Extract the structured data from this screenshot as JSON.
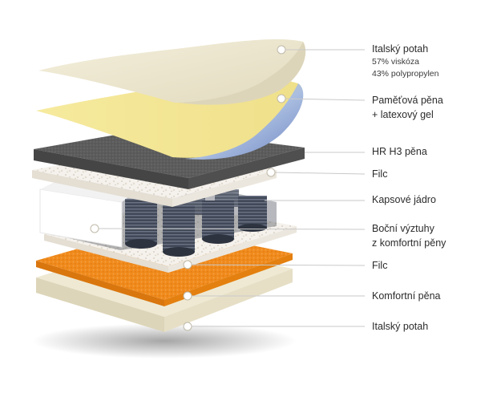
{
  "layers": [
    {
      "id": "top-cover",
      "name": "Italský potah",
      "details": [
        "57% viskóza",
        "43% polypropylen"
      ]
    },
    {
      "id": "memory-foam",
      "name": "Paměťová pěna",
      "name_line2": "+ latexový gel"
    },
    {
      "id": "hr-foam",
      "name": "HR H3 pěna"
    },
    {
      "id": "felt-top",
      "name": "Filc"
    },
    {
      "id": "pocket-core",
      "name": "Kapsové jádro"
    },
    {
      "id": "side-reinforcement",
      "name": "Boční výztuhy",
      "name_line2": "z komfortní pěny"
    },
    {
      "id": "felt-bottom",
      "name": "Filc"
    },
    {
      "id": "comfort-foam",
      "name": "Komfortní pěna"
    },
    {
      "id": "bottom-cover",
      "name": "Italský potah"
    }
  ],
  "colors": {
    "cover": "#ece6cf",
    "memory_foam": "#f3e79a",
    "gel": "#8fa6d6",
    "hr_foam": "#5e5e5e",
    "felt": "#f3efea",
    "springs": "#3f4654",
    "comfort_foam": "#f08a1c",
    "leader_line": "#c9c9c9",
    "label_text": "#2b2b2b"
  }
}
